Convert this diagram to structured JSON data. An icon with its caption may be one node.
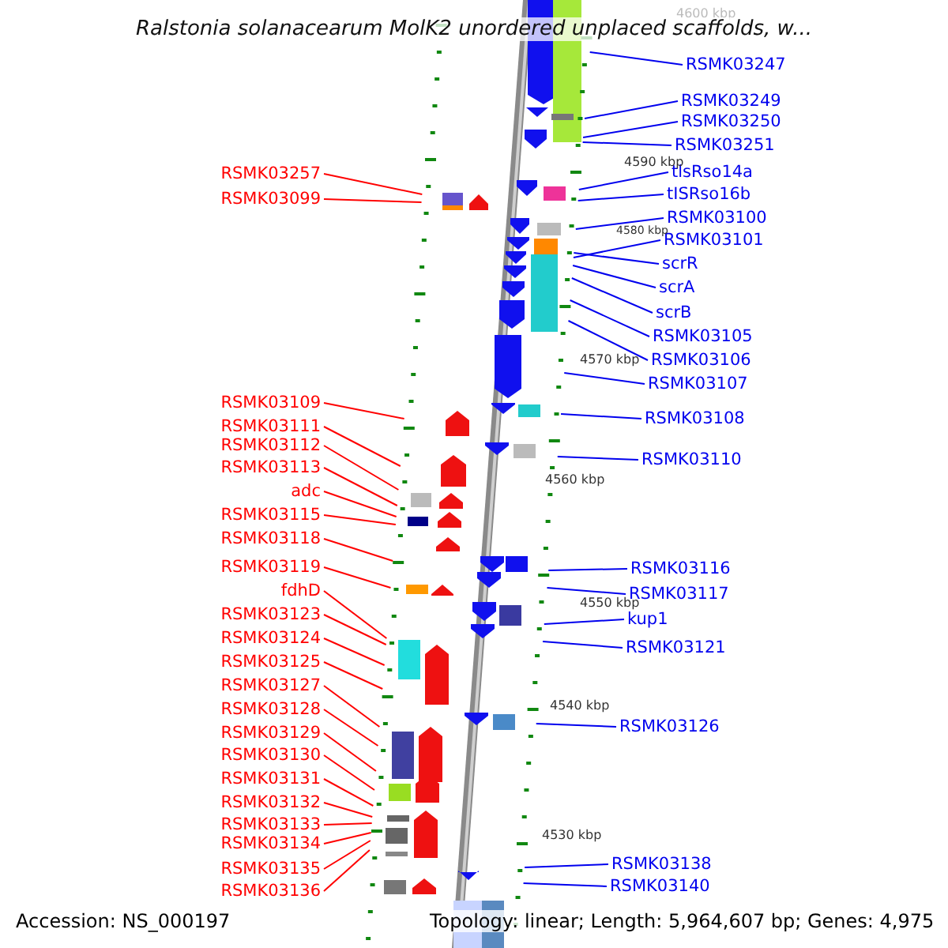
{
  "diagram": {
    "title": "Ralstonia solanacearum MolK2 unordered unplaced scaffolds, w...",
    "nodes": [
      {
        "text": [
          "RSMK03257"
        ]
      },
      {
        "text": [
          "RSMK03099"
        ]
      },
      {
        "text": [
          "RSMK03109"
        ]
      },
      {
        "text": [
          "RSMK03111"
        ]
      },
      {
        "text": [
          "RSMK03112"
        ]
      },
      {
        "text": [
          "RSMK03113"
        ]
      },
      {
        "text": [
          "adc"
        ]
      },
      {
        "text": [
          "RSMK03115"
        ]
      },
      {
        "text": [
          "RSMK03118"
        ]
      },
      {
        "text": [
          "RSMK03119"
        ]
      },
      {
        "text": [
          "fdhD"
        ]
      },
      {
        "text": [
          "RSMK03123"
        ]
      },
      {
        "text": [
          "RSMK03124"
        ]
      },
      {
        "text": [
          "RSMK03125"
        ]
      },
      {
        "text": [
          "RSMK03127"
        ]
      },
      {
        "text": [
          "RSMK03128"
        ]
      },
      {
        "text": [
          "RSMK03129"
        ]
      },
      {
        "text": [
          "RSMK03130"
        ]
      },
      {
        "text": [
          "RSMK03131"
        ]
      },
      {
        "text": [
          "RSMK03132"
        ]
      },
      {
        "text": [
          "RSMK03133"
        ]
      },
      {
        "text": [
          "RSMK03134"
        ]
      },
      {
        "text": [
          "RSMK03135"
        ]
      },
      {
        "text": [
          "RSMK03136"
        ]
      },
      {
        "text": [
          "RSMK03247"
        ]
      },
      {
        "text": [
          "RSMK03249"
        ]
      },
      {
        "text": [
          "RSMK03250"
        ]
      },
      {
        "text": [
          "RSMK03251"
        ]
      },
      {
        "text": [
          "tlsRso14a"
        ]
      },
      {
        "text": [
          "tISRso16b"
        ]
      },
      {
        "text": [
          "RSMK03100"
        ]
      },
      {
        "text": [
          "RSMK03101"
        ]
      },
      {
        "text": [
          "scrR"
        ]
      },
      {
        "text": [
          "scrA"
        ]
      },
      {
        "text": [
          "scrB"
        ]
      },
      {
        "text": [
          "RSMK03105"
        ]
      },
      {
        "text": [
          "RSMK03106"
        ]
      },
      {
        "text": [
          "RSMK03107"
        ]
      },
      {
        "text": [
          "RSMK03108"
        ]
      },
      {
        "text": [
          "RSMK03110"
        ]
      },
      {
        "text": [
          "RSMK03116"
        ]
      },
      {
        "text": [
          "RSMK03117"
        ]
      },
      {
        "text": [
          "kup1"
        ]
      },
      {
        "text": [
          "RSMK03121"
        ]
      },
      {
        "text": [
          "RSMK03126"
        ]
      },
      {
        "text": [
          "RSMK03138"
        ]
      },
      {
        "text": [
          "RSMK03140"
        ]
      }
    ],
    "edges": [
      {
        "from": 0,
        "to": null,
        "arrow": "none"
      },
      {
        "from": 1,
        "to": null,
        "arrow": "none"
      },
      {
        "from": 2,
        "to": null,
        "arrow": "none"
      },
      {
        "from": 3,
        "to": null,
        "arrow": "none"
      },
      {
        "from": 4,
        "to": null,
        "arrow": "none"
      },
      {
        "from": 5,
        "to": null,
        "arrow": "none"
      },
      {
        "from": 6,
        "to": null,
        "arrow": "none"
      },
      {
        "from": 7,
        "to": null,
        "arrow": "none"
      },
      {
        "from": 8,
        "to": null,
        "arrow": "none"
      },
      {
        "from": 9,
        "to": null,
        "arrow": "none"
      },
      {
        "from": 10,
        "to": null,
        "arrow": "none"
      },
      {
        "from": 11,
        "to": null,
        "arrow": "none"
      },
      {
        "from": 12,
        "to": null,
        "arrow": "none"
      },
      {
        "from": 13,
        "to": null,
        "arrow": "none"
      },
      {
        "from": 14,
        "to": null,
        "arrow": "none"
      },
      {
        "from": 15,
        "to": null,
        "arrow": "none"
      },
      {
        "from": 16,
        "to": null,
        "arrow": "none"
      },
      {
        "from": 17,
        "to": null,
        "arrow": "none"
      },
      {
        "from": 18,
        "to": null,
        "arrow": "none"
      },
      {
        "from": 19,
        "to": null,
        "arrow": "none"
      },
      {
        "from": 20,
        "to": null,
        "arrow": "none"
      },
      {
        "from": 21,
        "to": null,
        "arrow": "none"
      },
      {
        "from": 22,
        "to": null,
        "arrow": "none"
      },
      {
        "from": 23,
        "to": null,
        "arrow": "none"
      },
      {
        "from": 24,
        "to": null,
        "arrow": "none",
        "color": "#0000ee"
      },
      {
        "from": 25,
        "to": null,
        "arrow": "none",
        "color": "#0000ee"
      },
      {
        "from": 26,
        "to": null,
        "arrow": "none",
        "color": "#0000ee"
      },
      {
        "from": 27,
        "to": null,
        "arrow": "none",
        "color": "#0000ee"
      },
      {
        "from": 28,
        "to": null,
        "arrow": "none",
        "color": "#0000ee"
      },
      {
        "from": 29,
        "to": null,
        "arrow": "none",
        "color": "#0000ee"
      },
      {
        "from": 30,
        "to": null,
        "arrow": "none",
        "color": "#0000ee"
      },
      {
        "from": 31,
        "to": null,
        "arrow": "none",
        "color": "#0000ee"
      },
      {
        "from": 32,
        "to": null,
        "arrow": "none",
        "color": "#0000ee"
      },
      {
        "from": 33,
        "to": null,
        "arrow": "none",
        "color": "#0000ee"
      },
      {
        "from": 34,
        "to": null,
        "arrow": "none",
        "color": "#0000ee"
      },
      {
        "from": 35,
        "to": null,
        "arrow": "none",
        "color": "#0000ee"
      },
      {
        "from": 36,
        "to": null,
        "arrow": "none",
        "color": "#0000ee"
      },
      {
        "from": 37,
        "to": null,
        "arrow": "none",
        "color": "#0000ee"
      },
      {
        "from": 38,
        "to": null,
        "arrow": "none",
        "color": "#0000ee"
      },
      {
        "from": 39,
        "to": null,
        "arrow": "none",
        "color": "#0000ee"
      },
      {
        "from": 40,
        "to": null,
        "arrow": "none",
        "color": "#0000ee"
      },
      {
        "from": 41,
        "to": null,
        "arrow": "none",
        "color": "#0000ee"
      },
      {
        "from": 42,
        "to": null,
        "arrow": "none",
        "color": "#0000ee"
      },
      {
        "from": 43,
        "to": null,
        "arrow": "none",
        "color": "#0000ee"
      },
      {
        "from": 44,
        "to": null,
        "arrow": "none",
        "color": "#0000ee"
      },
      {
        "from": 45,
        "to": null,
        "arrow": "none",
        "color": "#0000ee"
      },
      {
        "from": 46,
        "to": null,
        "arrow": "none",
        "color": "#0000ee"
      }
    ],
    "labels": [
      "4600 kbp",
      "4590 kbp",
      "4580 kbp",
      "4570 kbp",
      "4560 kbp",
      "4550 kbp",
      "4540 kbp",
      "4530 kbp",
      "Accession: NS_000197",
      "Topology: linear; Length: 5,964,607 bp; Genes: 4,975"
    ]
  }
}
